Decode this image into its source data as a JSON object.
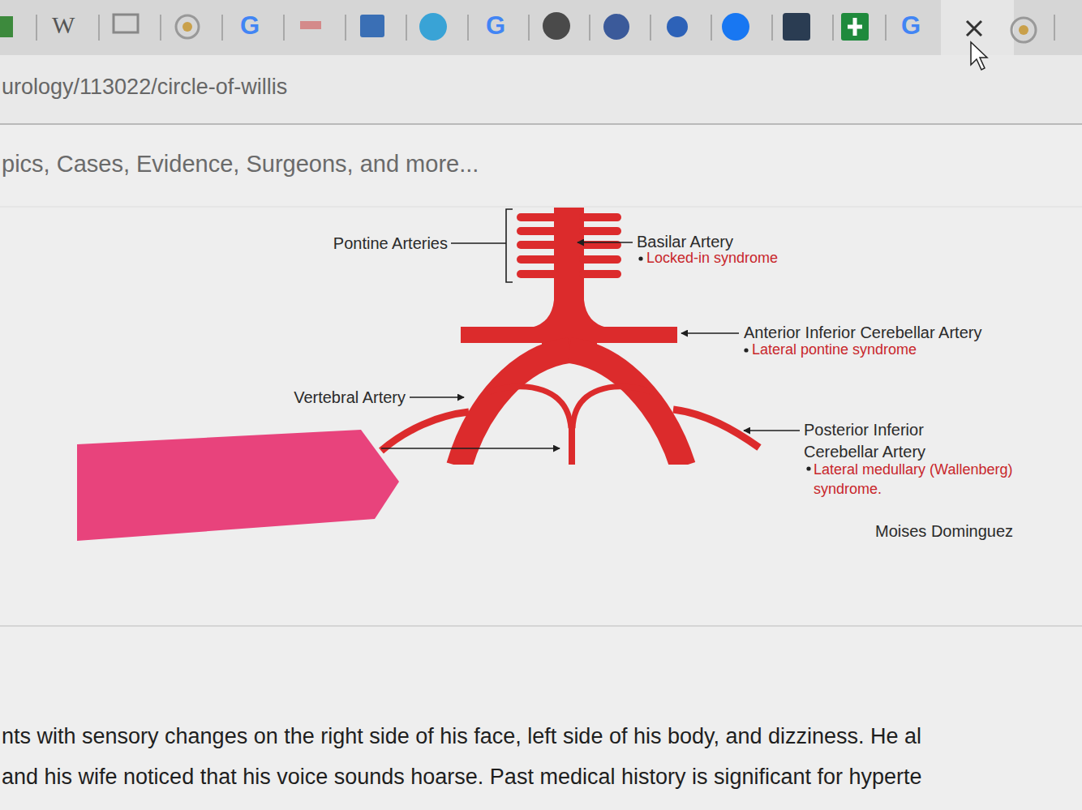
{
  "diagram": {
    "labels": [
      "W",
      "G",
      "G",
      "G",
      "urology/113022/circle-of-willis",
      "pics, Cases, Evidence, Surgeons, and more...",
      "Pontine Arteries",
      "Basilar Artery",
      "Locked-in syndrome",
      "Anterior Inferior Cerebellar Artery",
      "Lateral pontine syndrome",
      "Vertebral Artery",
      "Posterior Inferior Cerebellar Artery",
      "Lateral medullary (Wallenberg) syndrome.",
      "Moises Dominguez",
      "nts with sensory changes on the right side of his face, left side of his body, and dizziness. He al",
      "and his wife noticed that his voice sounds hoarse. Past medical history is significant for hyperte"
    ]
  }
}
